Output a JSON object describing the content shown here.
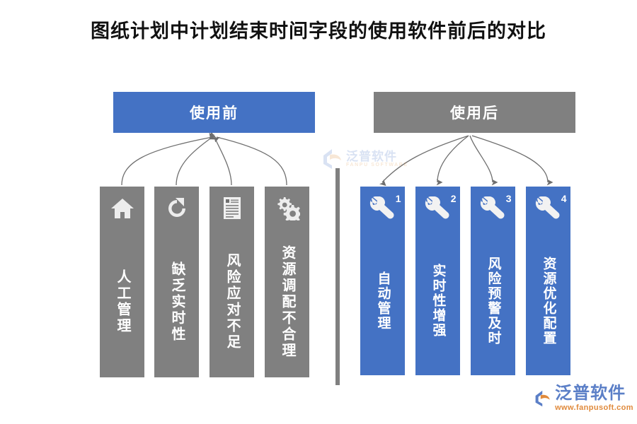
{
  "page": {
    "title": "图纸计划中计划结束时间字段的使用软件前后的对比"
  },
  "colors": {
    "blue": "#4472c4",
    "gray": "#808080",
    "title_text": "#111111",
    "logo_blue": "#5b7fc7",
    "logo_orange": "#e08a3c"
  },
  "before_section": {
    "banner_label": "使用前",
    "banner_color": "#4472c4",
    "columns": [
      {
        "icon": "home-icon",
        "label": "人工管理",
        "color": "#808080"
      },
      {
        "icon": "refresh-icon",
        "label": "缺乏实时性",
        "color": "#808080"
      },
      {
        "icon": "document-icon",
        "label": "风险应对不足",
        "color": "#808080"
      },
      {
        "icon": "gears-icon",
        "label": "资源调配不合理",
        "color": "#808080"
      }
    ]
  },
  "after_section": {
    "banner_label": "使用后",
    "banner_color": "#808080",
    "columns": [
      {
        "icon": "wrench-icon",
        "badge": "1",
        "label": "自动管理",
        "color": "#4472c4"
      },
      {
        "icon": "wrench-icon",
        "badge": "2",
        "label": "实时性增强",
        "color": "#4472c4"
      },
      {
        "icon": "wrench-icon",
        "badge": "3",
        "label": "风险预警及时",
        "color": "#4472c4"
      },
      {
        "icon": "wrench-icon",
        "badge": "4",
        "label": "资源优化配置",
        "color": "#4472c4"
      }
    ]
  },
  "watermark": {
    "cn": "泛普软件",
    "en": "FANPU SOFTWARE"
  },
  "logo": {
    "cn": "泛普软件",
    "url": "www.fanpusoft.com"
  }
}
